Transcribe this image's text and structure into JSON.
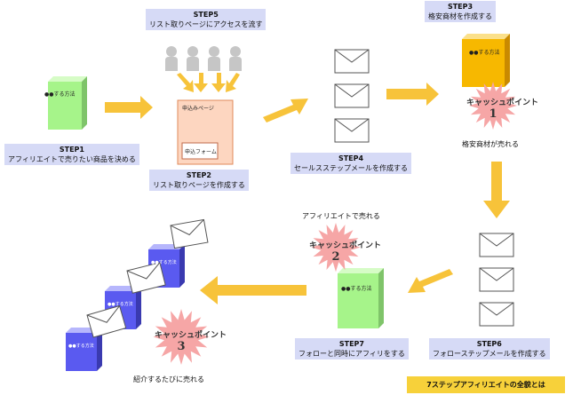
{
  "steps": {
    "step1": {
      "title": "STEP1",
      "desc": "アフィリエイトで売りたい商品を決める"
    },
    "step2": {
      "title": "STEP2",
      "desc": "リスト取りページを作成する"
    },
    "step3": {
      "title": "STEP3",
      "desc": "格安商材を作成する"
    },
    "step4": {
      "title": "STEP4",
      "desc": "セールスステップメールを作成する"
    },
    "step5": {
      "title": "STEP5",
      "desc": "リスト取りページにアクセスを流す"
    },
    "step6": {
      "title": "STEP6",
      "desc": "フォローステップメールを作成する"
    },
    "step7": {
      "title": "STEP7",
      "desc": "フォローと同時にアフィリをする"
    }
  },
  "box_label": "●●する方法",
  "page_form": {
    "title": "申込みページ",
    "form": "申込フォーム"
  },
  "cash_points": [
    {
      "label": "キャッシュポイント",
      "number": "1",
      "caption": "格安商材が売れる"
    },
    {
      "label": "キャッシュポイント",
      "number": "2",
      "caption": "アフィリエイトで売れる"
    },
    {
      "label": "キャッシュポイント",
      "number": "3",
      "caption": "紹介するたびに売れる"
    }
  ],
  "footer_caption": "7ステップアフィリエイトの全貌とは",
  "colors": {
    "green_box": "#a6f48a",
    "orange_box": "#f7b800",
    "blue_box": "#5a5af0",
    "arrow": "#f7c33a",
    "star": "#f6a6a6",
    "step_label_bg": "#d6daf6",
    "caption_bg": "#f7d13a"
  }
}
